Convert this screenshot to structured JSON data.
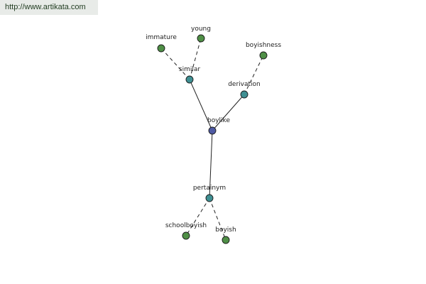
{
  "header": {
    "url": "http://www.artikata.com"
  },
  "colors": {
    "center": "#4f5aa3",
    "relation": "#3f8f92",
    "word": "#4f8f46",
    "stroke": "#1b1b1b",
    "edge": "#222222"
  },
  "graph": {
    "center": {
      "id": "boylike",
      "label": "boylike"
    },
    "relations": [
      {
        "id": "similar",
        "label": "similar",
        "words": [
          "immature",
          "young"
        ]
      },
      {
        "id": "derivation",
        "label": "derivation",
        "words": [
          "boyishness"
        ]
      },
      {
        "id": "pertainym",
        "label": "pertainym",
        "words": [
          "schoolboyish",
          "boyish"
        ]
      }
    ]
  }
}
